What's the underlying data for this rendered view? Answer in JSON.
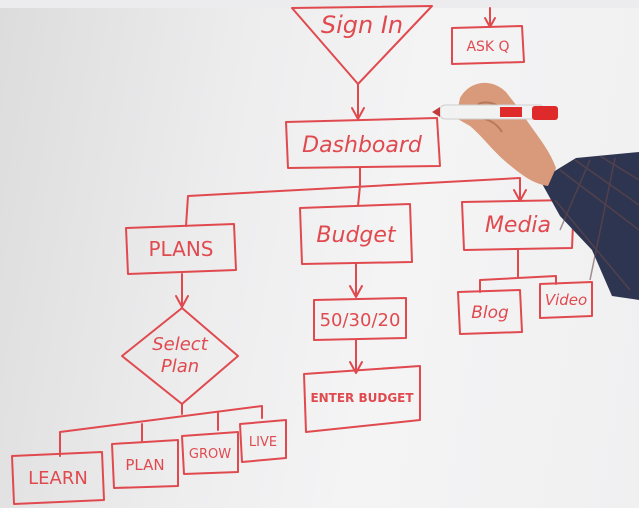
{
  "nodes": {
    "sign_in": "Sign In",
    "ask_q": "ASK Q",
    "dashboard": "Dashboard",
    "plans": "PLANS",
    "budget": "Budget",
    "media": "Media",
    "select_plan_line1": "Select",
    "select_plan_line2": "Plan",
    "budget_rule": "50/30/20",
    "enter_budget": "ENTER BUDGET",
    "blog": "Blog",
    "video": "Video",
    "learn": "LEARN",
    "plan": "PLAN",
    "grow": "GROW",
    "live": "LIVE"
  },
  "colors": {
    "ink": "#e04a4f",
    "board": "#f2f2f3",
    "sleeve": "#2e3550",
    "skin": "#d89a7a"
  }
}
